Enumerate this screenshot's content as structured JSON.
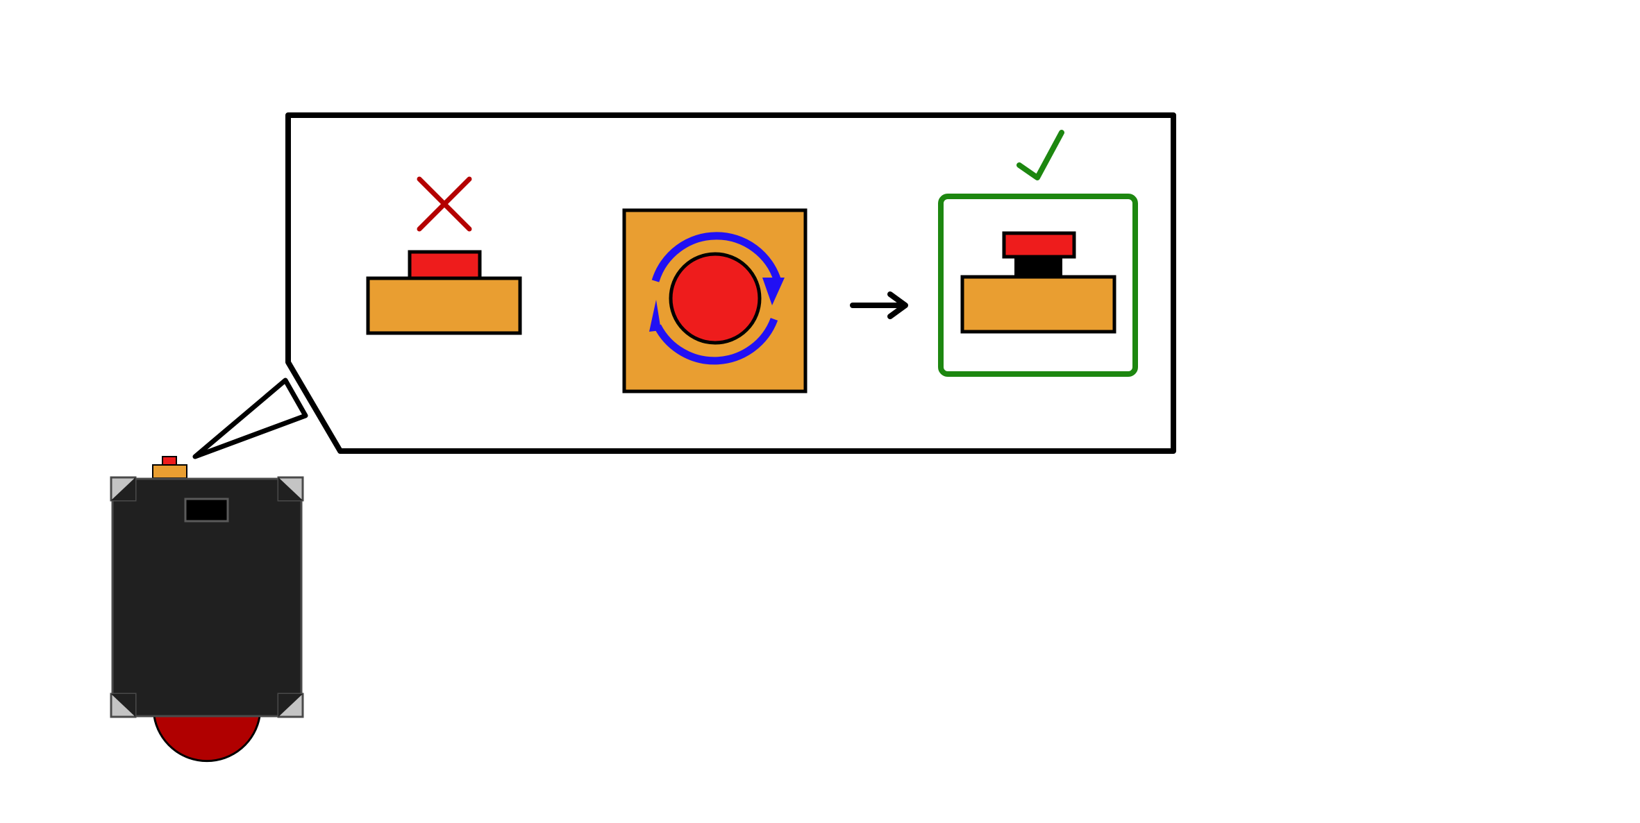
{
  "colors": {
    "background": "#ffffff",
    "outline": "#000000",
    "device_body": "#202020",
    "device_corner": "#c4c4c4",
    "button_base": "#e99e31",
    "button_cap": "#ee1c1c",
    "button_cap_dark": "#b00000",
    "reject_mark": "#b40000",
    "accept_mark": "#1d8710",
    "rotate_arrows": "#2110f4"
  },
  "icons": {
    "device": "robot-controller-with-emergency-stop",
    "callout": "speech-bubble",
    "pressed_button": "pressed-emergency-stop-button",
    "reject": "cross-icon",
    "twist": "twist-to-release-icon",
    "next_step": "arrow-right-icon",
    "released_button": "released-emergency-stop-button",
    "accept": "check-icon"
  },
  "steps": [
    {
      "state": "pressed",
      "verdict": "wrong"
    },
    {
      "state": "twist-to-release"
    },
    {
      "state": "released",
      "verdict": "correct"
    }
  ]
}
